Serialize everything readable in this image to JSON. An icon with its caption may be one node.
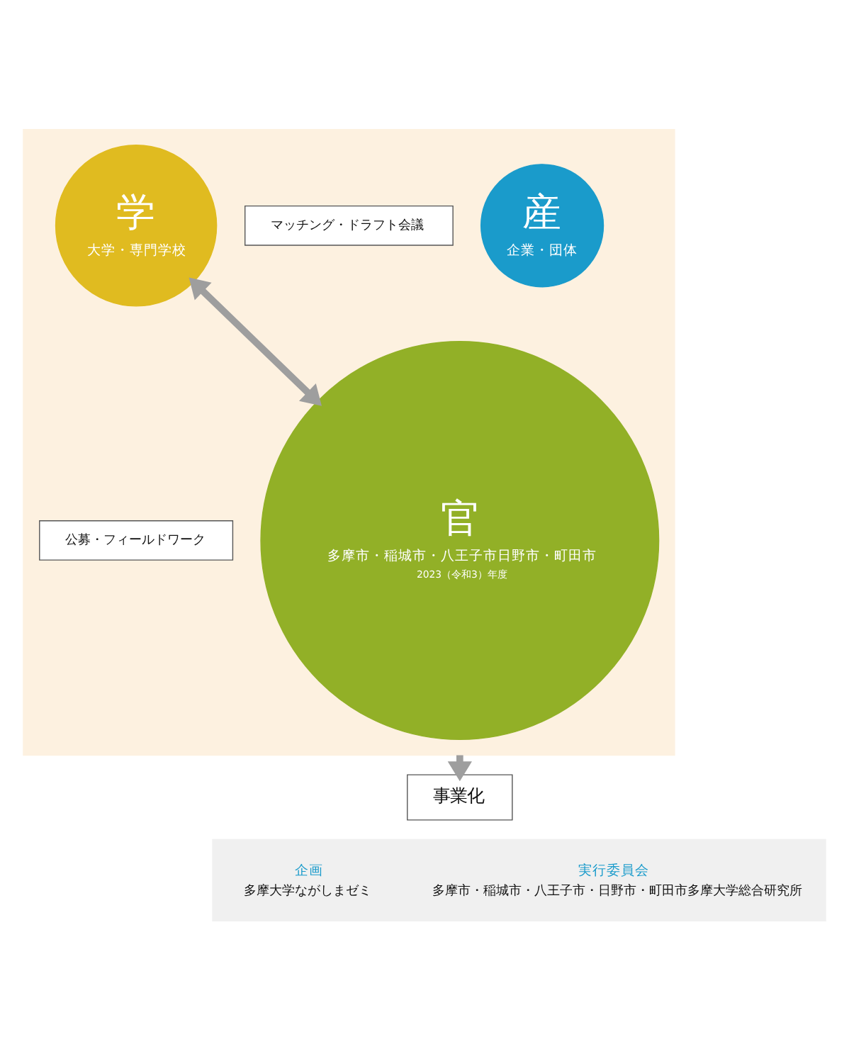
{
  "diagram": {
    "nodes": [
      {
        "text": [],
        "shape": "box"
      },
      {
        "text": [
          "学",
          "大学・専門学校"
        ],
        "in": 0
      },
      {
        "text": [
          "公募・フィールドワーク"
        ],
        "in": 0
      },
      {
        "text": [
          "マッチング・ドラフト会議"
        ],
        "in": 0
      },
      {
        "text": [
          "産",
          "企業・団体"
        ],
        "in": 0
      },
      {
        "text": [
          "官",
          "多摩市・稲城市・八王子市日野市・町田市",
          "2023（令和3）年度"
        ],
        "in": 0
      },
      {
        "text": [
          "事業化"
        ]
      },
      {
        "text": [],
        "shape": "box"
      },
      {
        "text": [
          "実行委員会",
          "多摩市・稲城市・八王子市・日野市・町田市多摩大学総合研究所"
        ],
        "in": 7
      },
      {
        "text": [
          "企画",
          "多摩大学ながしまゼミ"
        ],
        "in": 7
      }
    ],
    "edges": [
      {
        "from": 1,
        "to": 5,
        "arrow": "both"
      },
      {
        "from": 0,
        "to": 6,
        "arrow": "to"
      }
    ]
  }
}
